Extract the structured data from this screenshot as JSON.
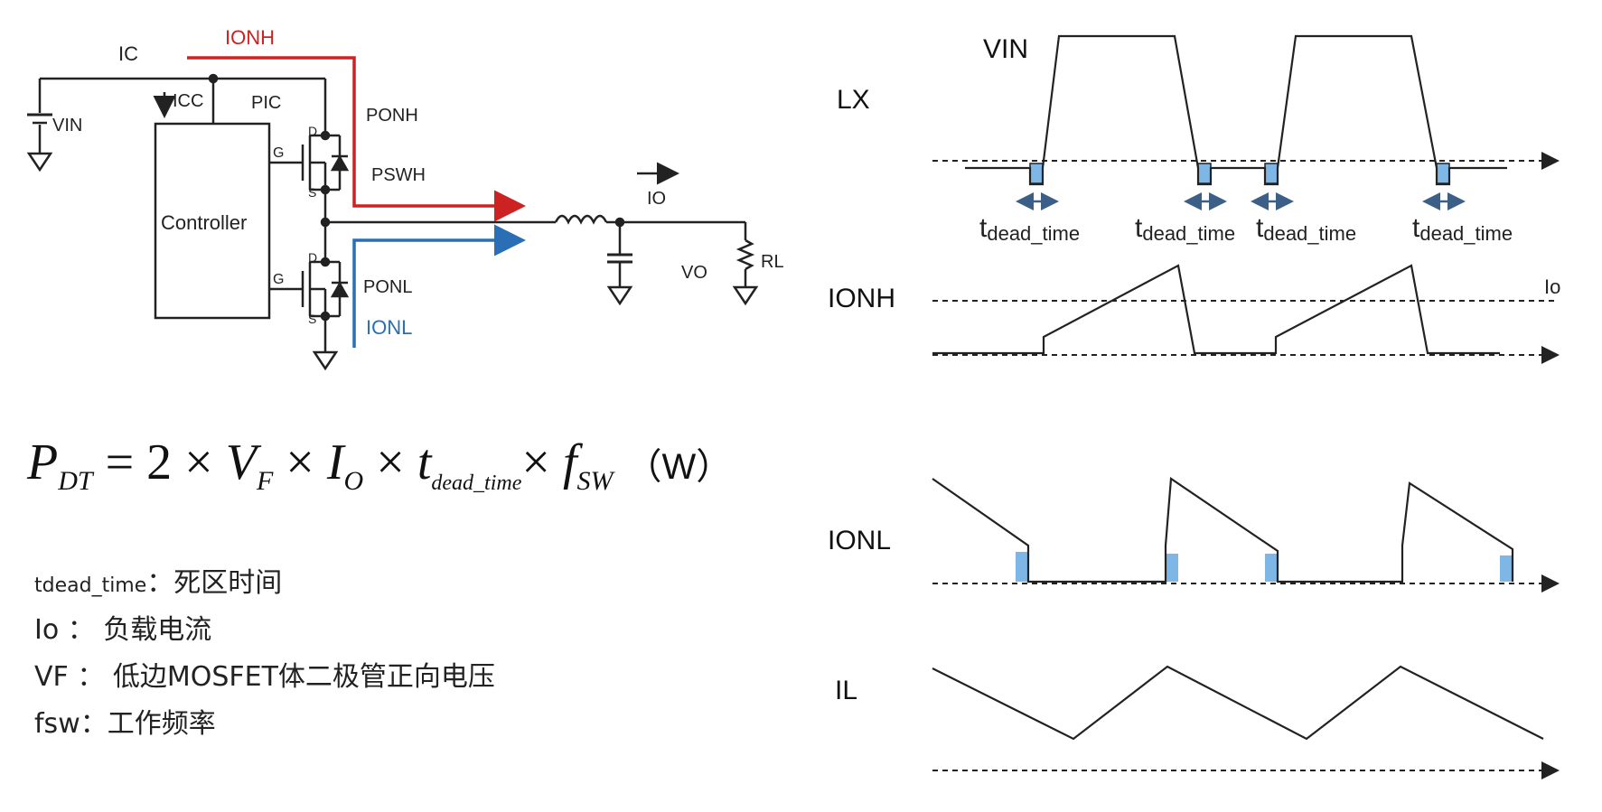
{
  "circuit": {
    "ic": "IC",
    "ionh": "IONH",
    "icc": "ICC",
    "pic": "PIC",
    "vin": "VIN",
    "controller": "Controller",
    "gate": "G",
    "drain": "D",
    "source": "S",
    "ponh": "PONH",
    "pswh": "PSWH",
    "ponl": "PONL",
    "ionl": "IONL",
    "io": "IO",
    "vo": "VO",
    "rl": "RL"
  },
  "formula": {
    "p": "P",
    "p_sub": "DT",
    "eq": " = 2 × ",
    "v": "V",
    "v_sub": "F",
    "x1": " × ",
    "i": "I",
    "i_sub": "O",
    "x2": " × ",
    "t": "t",
    "t_sub": "dead_time",
    "x3": "× ",
    "f": "f",
    "f_sub": "SW",
    "unit": "（W）"
  },
  "legend": [
    {
      "sym": "tdead_time",
      "sep": "：",
      "desc": "死区时间"
    },
    {
      "sym": "Io",
      "sep": " ： ",
      "desc": "负载电流"
    },
    {
      "sym": "VF",
      "sep": " ： ",
      "desc": "低边MOSFET体二极管正向电压"
    },
    {
      "sym": "fsw",
      "sep": "：",
      "desc": "工作频率"
    }
  ],
  "waveforms": {
    "vin": "VIN",
    "lx": "LX",
    "ionh": "IONH",
    "ionl": "IONL",
    "il": "IL",
    "io_ref": "Io",
    "dead_t": "t",
    "dead_sub": "dead_time"
  },
  "colors": {
    "high_side": "#cc2222",
    "low_side": "#2a6fb5",
    "dead_time_fill": "#7eb6e6",
    "line": "#222222"
  }
}
